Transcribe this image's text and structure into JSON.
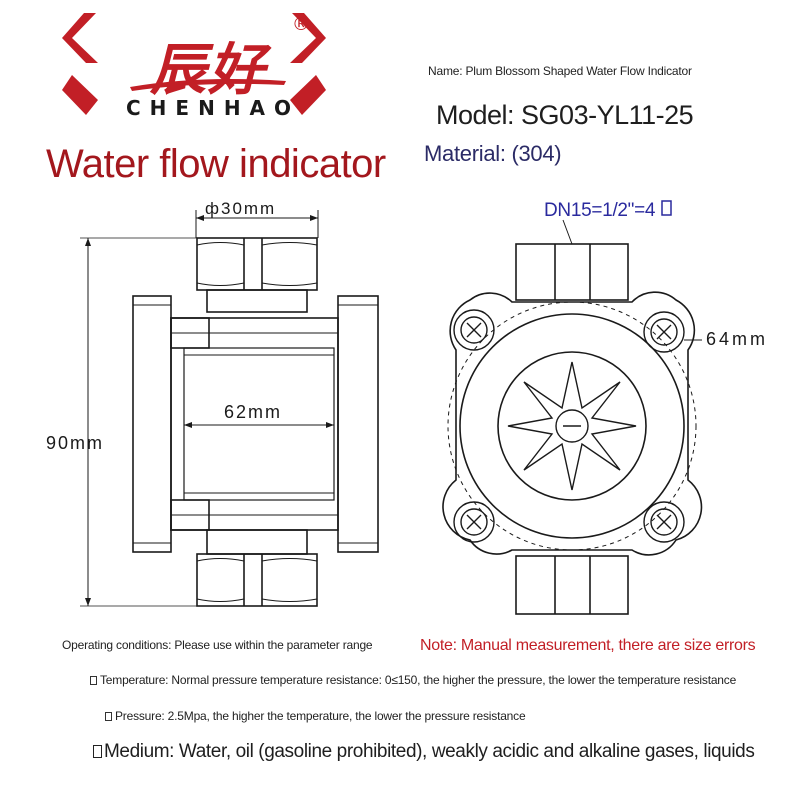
{
  "brand": {
    "name_cn": "辰好",
    "name_en": "CHENHAO",
    "registered_mark": "®"
  },
  "title": "Water flow indicator",
  "product": {
    "name": "Name: Plum Blossom Shaped Water Flow Indicator",
    "model": "Model: SG03-YL11-25",
    "material": "Material: (304)"
  },
  "front_view": {
    "dim_top": "ф30mm",
    "dim_width": "62mm",
    "dim_height": "90mm"
  },
  "side_view": {
    "dim_connection": "DN15=1/2\"=4",
    "dim_flange": "64mm"
  },
  "notes": {
    "operating": "Operating conditions: Please use within the parameter range",
    "measurement": "Note: Manual measurement, there are size errors",
    "temperature": "Temperature: Normal pressure temperature resistance: 0≤150, the higher the pressure, the lower the temperature resistance",
    "pressure": "Pressure: 2.5Mpa, the higher the temperature, the lower the pressure resistance",
    "medium": "Medium: Water, oil (gasoline prohibited), weakly acidic and alkaline gases, liquids"
  },
  "colors": {
    "brand_red": "#c21f26",
    "title_red": "#a3171d",
    "dim_blue": "#2a2a9e",
    "line": "#1a1a1a"
  }
}
